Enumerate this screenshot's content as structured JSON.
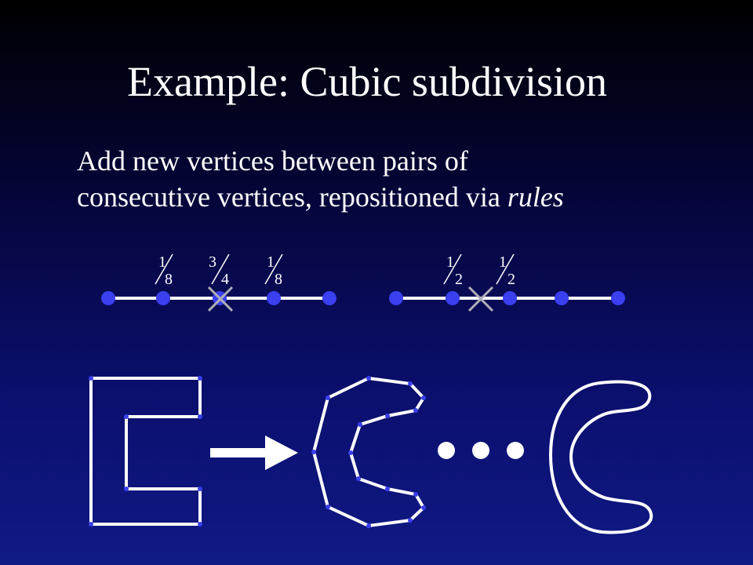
{
  "slide": {
    "title": "Example: Cubic subdivision",
    "line1": "Add new vertices between pairs of",
    "line2_prefix": "consecutive vertices, repositioned via ",
    "line2_emph": "rules"
  },
  "rules": {
    "vertex_rule": {
      "weights": [
        {
          "num": "1",
          "den": "8"
        },
        {
          "num": "3",
          "den": "4"
        },
        {
          "num": "1",
          "den": "8"
        }
      ]
    },
    "edge_rule": {
      "weights": [
        {
          "num": "1",
          "den": "2"
        },
        {
          "num": "1",
          "den": "2"
        }
      ]
    }
  },
  "colors": {
    "vertex": "#3a3ff0",
    "cross": "#b0b0b8",
    "line": "#ffffff",
    "new_vertex": "#3a3ff0"
  },
  "icons": [
    "cross-marker",
    "arrow-right",
    "ellipsis-dots"
  ]
}
